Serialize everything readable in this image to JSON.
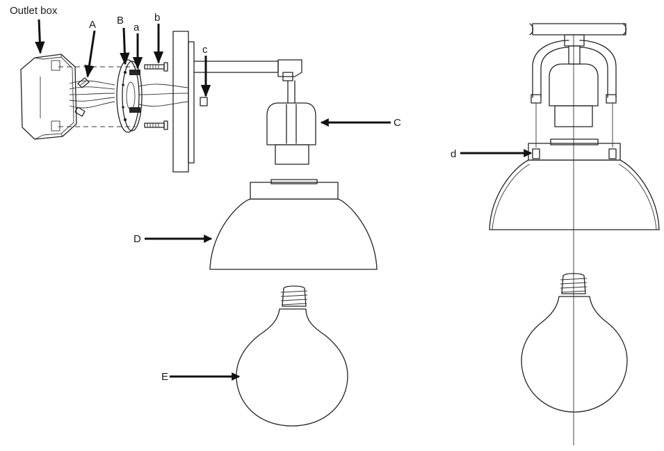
{
  "labels": {
    "outlet_box": "Outlet box",
    "A": "A",
    "B": "B",
    "a": "a",
    "b": "b",
    "c": "c",
    "C": "C",
    "D": "D",
    "d": "d",
    "E": "E"
  }
}
